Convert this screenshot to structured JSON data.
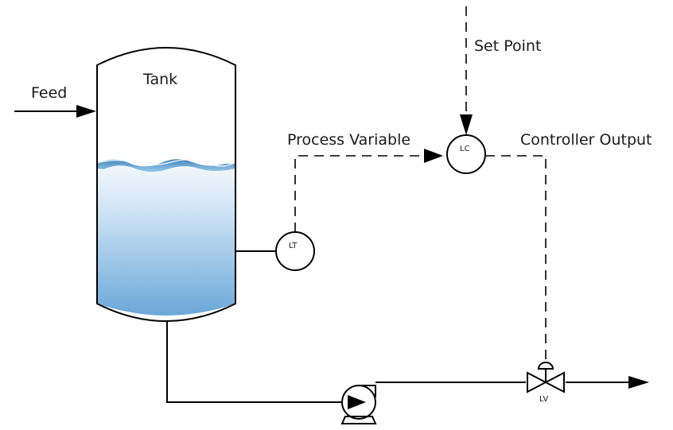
{
  "labels": {
    "tank": "Tank",
    "feed": "Feed",
    "set_point": "Set Point",
    "process_variable": "Process Variable",
    "controller_output": "Controller Output"
  },
  "instruments": {
    "level_controller": "LC",
    "level_transmitter": "LT",
    "level_valve": "LV"
  },
  "colors": {
    "liquid_top": "#e9f3fb",
    "liquid_bottom": "#6aa8d9",
    "surface": "#2d7fbf",
    "line": "#000000"
  }
}
